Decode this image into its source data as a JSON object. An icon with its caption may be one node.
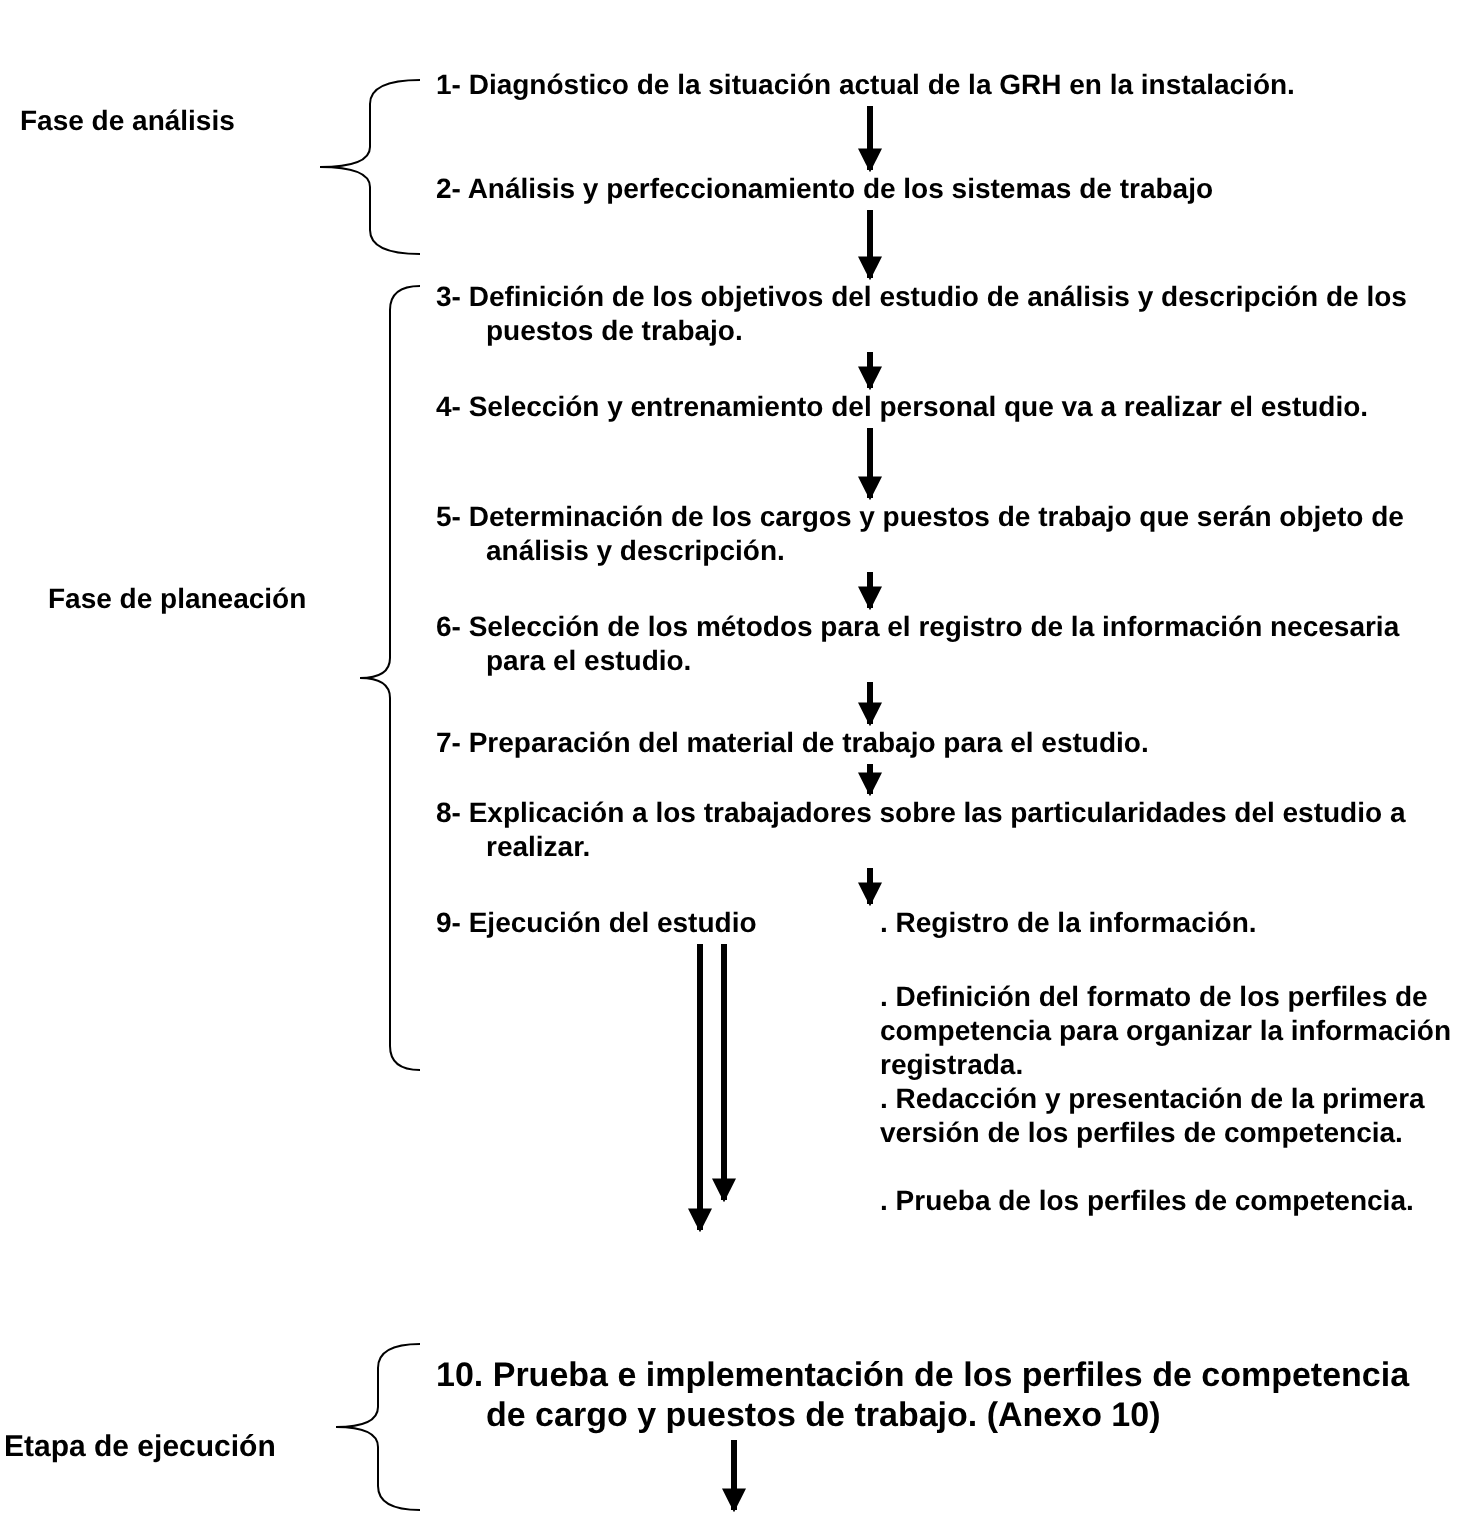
{
  "diagram": {
    "nodes": [
      {
        "text": [
          "1- Diagnóstico de la situación actual de la GRH en la instalación."
        ]
      },
      {
        "text": [
          "2- Análisis y perfeccionamiento de los sistemas de trabajo"
        ]
      },
      {
        "text": [
          "3- Definición de los objetivos del estudio de análisis y descripción de los puestos de trabajo."
        ]
      },
      {
        "text": [
          "4- Selección y entrenamiento del personal que va a realizar el estudio."
        ]
      },
      {
        "text": [
          "5- Determinación de los cargos y puestos de trabajo que serán objeto de análisis y descripción."
        ]
      },
      {
        "text": [
          "6- Selección de los métodos para el registro de la información necesaria para el estudio."
        ]
      },
      {
        "text": [
          "7- Preparación del material de trabajo para el estudio."
        ]
      },
      {
        "text": [
          "8- Explicación a los trabajadores sobre las particularidades del estudio a realizar."
        ]
      },
      {
        "text": [
          "9- Ejecución del estudio"
        ],
        "beside": [
          ". Registro de la información.",
          ". Definición del formato de los perfiles de competencia para organizar la información registrada.",
          ". Redacción y presentación de la primera versión de los perfiles de competencia.",
          ". Prueba de los perfiles de competencia."
        ]
      },
      {
        "text": [
          "10. Prueba e implementación de los perfiles de competencia de cargo y puestos de trabajo. (Anexo 10)"
        ]
      }
    ],
    "edges": [
      {
        "from": 0,
        "to": 1,
        "arrow": "to"
      },
      {
        "from": 1,
        "to": 2,
        "arrow": "to"
      },
      {
        "from": 2,
        "to": 3,
        "arrow": "to"
      },
      {
        "from": 3,
        "to": 4,
        "arrow": "to"
      },
      {
        "from": 4,
        "to": 5,
        "arrow": "to"
      },
      {
        "from": 5,
        "to": 6,
        "arrow": "to"
      },
      {
        "from": 6,
        "to": 7,
        "arrow": "to"
      },
      {
        "from": 7,
        "to": 8,
        "arrow": "to"
      },
      {
        "from": 8,
        "to": null,
        "arrow": "to"
      },
      {
        "from": 8,
        "to": null,
        "arrow": "to"
      },
      {
        "from": 9,
        "to": null,
        "arrow": "to"
      }
    ],
    "labels": [
      "Fase de análisis",
      "Fase de planeación",
      "Etapa de ejecución"
    ]
  }
}
